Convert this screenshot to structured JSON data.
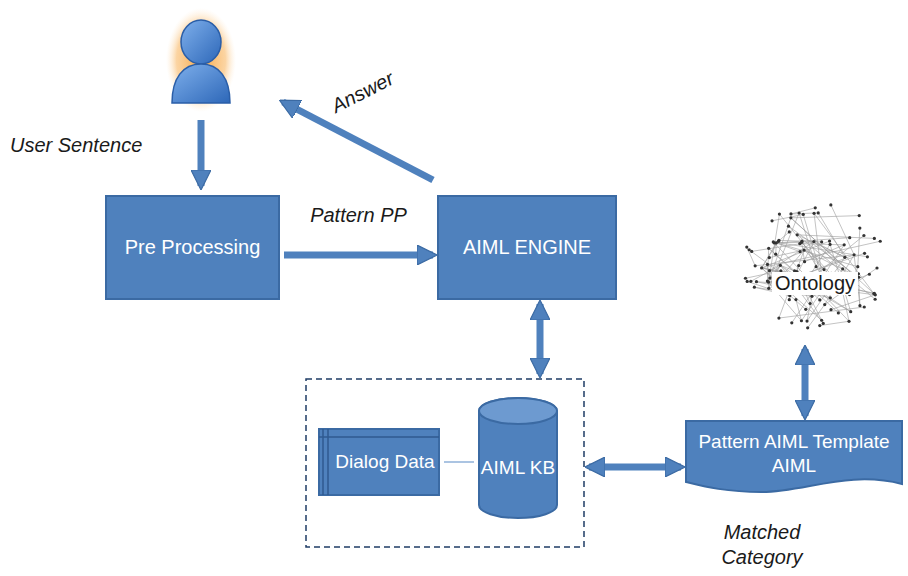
{
  "diagram": {
    "nodes": [
      {
        "text": [
          "Pre Processing"
        ]
      },
      {
        "text": [
          "AIML ENGINE"
        ]
      },
      {
        "text": [
          "Ontology"
        ]
      },
      {
        "text": []
      },
      {
        "text": [
          "Dialog Data"
        ],
        "in": 3
      },
      {
        "text": [
          "AIML KB"
        ],
        "in": 3
      },
      {
        "text": [
          "Pattern AIML Template AIML",
          "Matched Category"
        ]
      }
    ],
    "edges": [
      {
        "from": 0,
        "to": 1,
        "label": "Pattern PP",
        "arrow": "to"
      },
      {
        "from": 1,
        "to": 3,
        "arrow": "both"
      },
      {
        "from": 4,
        "to": 5,
        "arrow": "none"
      },
      {
        "from": 3,
        "to": 6,
        "arrow": "both"
      },
      {
        "from": 6,
        "to": 2,
        "arrow": "both"
      }
    ],
    "labels": [
      "User Sentence",
      "Answer"
    ]
  }
}
